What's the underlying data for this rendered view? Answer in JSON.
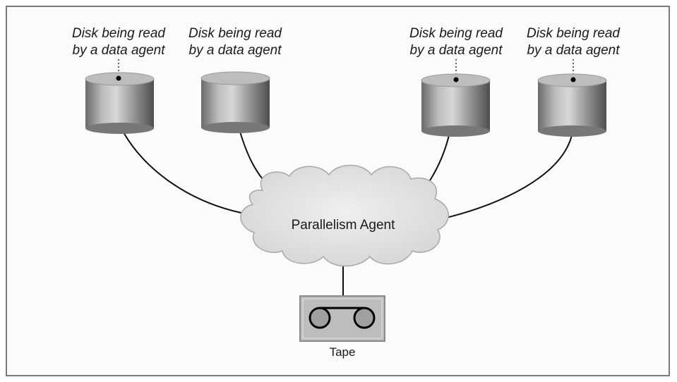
{
  "disks": [
    {
      "label_line1": "Disk being read",
      "label_line2": "by a data agent"
    },
    {
      "label_line1": "Disk being read",
      "label_line2": "by a data agent"
    },
    {
      "label_line1": "Disk being read",
      "label_line2": "by a data agent"
    },
    {
      "label_line1": "Disk being read",
      "label_line2": "by a data agent"
    }
  ],
  "hub": {
    "label": "Parallelism Agent"
  },
  "tape": {
    "label": "Tape"
  },
  "colors": {
    "disk_body_light": "#d2d2d2",
    "disk_body_dark": "#5a5a5a",
    "disk_top": "#c8c8c8",
    "cloud_fill": "#e4e4e4",
    "tape_fill": "#bdbdbd",
    "line": "#111111"
  }
}
